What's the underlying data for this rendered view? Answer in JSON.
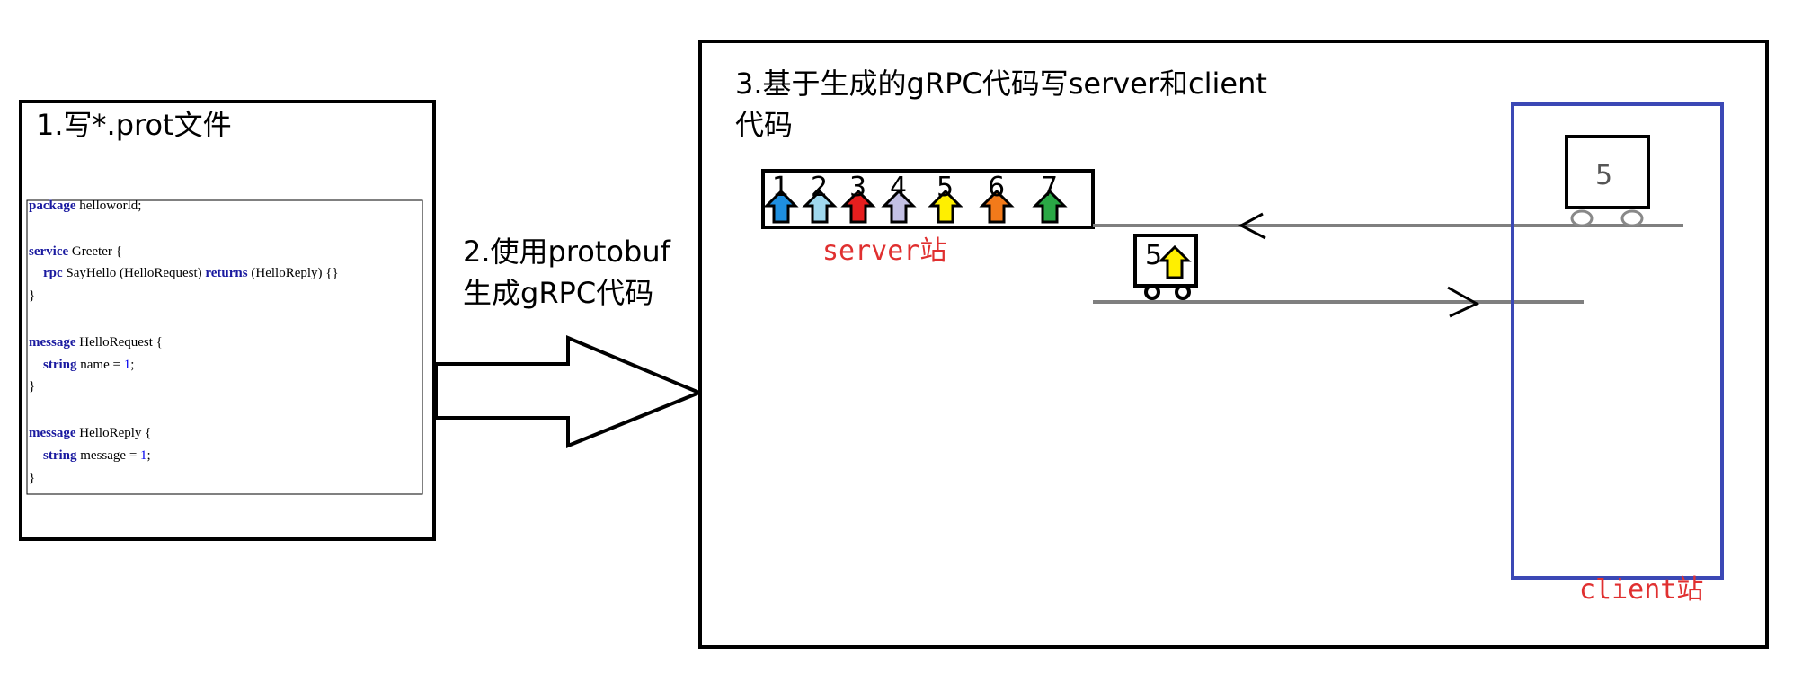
{
  "steps": {
    "step1": "1.写*.prot文件",
    "step2_line1": "2.使用protobuf",
    "step2_line2": "生成gRPC代码",
    "step3_line1": "3.基于生成的gRPC代码写server和client",
    "step3_line2": "代码"
  },
  "code_lines": [
    {
      "kw": "package",
      "rest": " helloworld;"
    },
    {
      "kw": "service",
      "rest": " Greeter {"
    },
    {
      "kw": "rpc",
      "rest": " SayHello (HelloRequest) ",
      "kw2": "returns",
      "rest2": " (HelloReply) {}"
    },
    {
      "kw": "",
      "rest": "}"
    },
    {
      "kw": "message",
      "rest": " HelloRequest {"
    },
    {
      "kw": "string",
      "rest": " name = ",
      "num": "1",
      "tail": ";"
    },
    {
      "kw": "",
      "rest": "}"
    },
    {
      "kw": "message",
      "rest": " HelloReply {"
    },
    {
      "kw": "string",
      "rest": " message = ",
      "num": "1",
      "tail": ";"
    },
    {
      "kw": "",
      "rest": "}"
    }
  ],
  "stations": {
    "server": "server站",
    "client": "client站"
  },
  "queue_items": [
    {
      "label": "1",
      "color": "#1e8fe0"
    },
    {
      "label": "2",
      "color": "#9fd8ee"
    },
    {
      "label": "3",
      "color": "#e61e1e"
    },
    {
      "label": "4",
      "color": "#c3c0e4"
    },
    {
      "label": "5",
      "color": "#ffef00"
    },
    {
      "label": "6",
      "color": "#f27a1a"
    },
    {
      "label": "7",
      "color": "#2aa845"
    }
  ],
  "carts": {
    "moving_label": "5",
    "moving_color": "#ffef00",
    "client_label": "5"
  },
  "colors": {
    "client_box": "#3b48b5",
    "track": "#7f7f7f",
    "station_text": "#e03030"
  }
}
